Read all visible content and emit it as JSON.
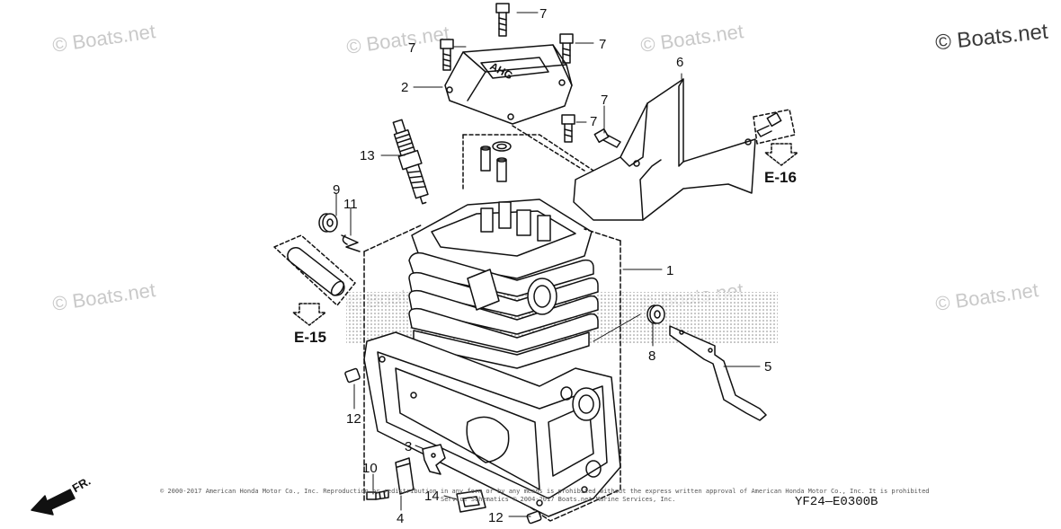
{
  "watermarks": {
    "w1": "© Boats.net",
    "w2": "© Boats.net",
    "w3": "© Boats.net",
    "w4": "© Boats.net",
    "w5": "© Boats.net",
    "w6": "© Boats.net",
    "w7": "© Boats.net",
    "w8": "© Boats.net"
  },
  "callouts": {
    "c1": "1",
    "c2": "2",
    "c3": "3",
    "c4": "4",
    "c5": "5",
    "c6": "6",
    "c7a": "7",
    "c7b": "7",
    "c7c": "7",
    "c7d": "7",
    "c7e": "7",
    "c8": "8",
    "c9": "9",
    "c10": "10",
    "c11": "11",
    "c12a": "12",
    "c12b": "12",
    "c13": "13",
    "c14": "14"
  },
  "refs": {
    "e15": "E-15",
    "e16": "E-16"
  },
  "direction": "FR.",
  "diagram_code": "YF24—E0300B",
  "copyright_line_1": "© 2000-2017 American Honda Motor Co., Inc. Reproduction or redistribution in any form or by any means is prohibited without the express written approval of American Honda Motor Co., Inc. It is prohibited",
  "copyright_line_2": "Service Schematics © 2004-2017 Boats.net Marine Services, Inc."
}
